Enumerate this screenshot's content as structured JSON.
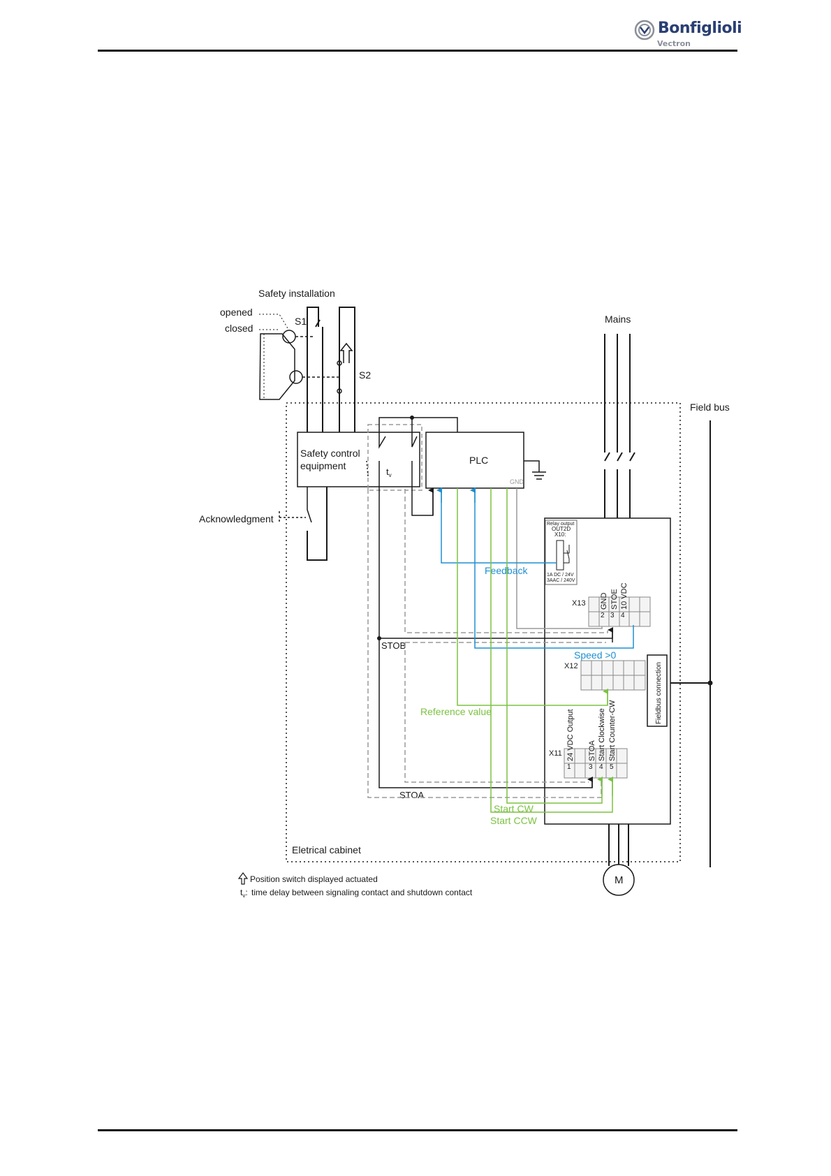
{
  "header": {
    "logo_name": "Bonfiglioli",
    "logo_sub": "Vectron",
    "logo_icon": "bonfiglioli-gear-logo"
  },
  "colors": {
    "line": "#1a1a1a",
    "dashed_gray": "#9a9a9a",
    "blue": "#1e8fd0",
    "green": "#7cc242",
    "text": "#1a1a1a"
  },
  "diagram": {
    "safety_installation": "Safety installation",
    "opened": "opened",
    "closed": "closed",
    "s1": "S1",
    "s2": "S2",
    "mains": "Mains",
    "field_bus": "Field bus",
    "safety_control_line1": "Safety control",
    "safety_control_line2": "equipment",
    "t_delay": "t",
    "t_sub": "v",
    "plc": "PLC",
    "gnd_plc": "GND",
    "acknowledgment": "Acknowledgment",
    "relay_output": "Relay output",
    "out_name": "OUT2D",
    "x10": "X10:",
    "relay_rating1": "1A DC / 24V",
    "relay_rating2": "3AAC / 240V",
    "feedback": "Feedback",
    "x13": "X13",
    "x13_gnd": "GND",
    "x13_stoe": "STOE",
    "x13_10vdc": "10 VDC",
    "x13_n2": "2",
    "x13_n3": "3",
    "x13_n4": "4",
    "stob": "STOB",
    "speed": "Speed >0",
    "x12": "X12",
    "fieldbus_connection": "Fieldbus connection",
    "reference_value": "Reference value",
    "x11": "X11",
    "x11_24vdc": "24 VDC Output",
    "x11_stoa": "STOA",
    "x11_cw": "Start Clockwise",
    "x11_ccw": "Start Counter-CW",
    "x11_n1": "1",
    "x11_n3": "3",
    "x11_n4": "4",
    "x11_n5": "5",
    "stoa": "STOA",
    "start_cw": "Start CW",
    "start_ccw": "Start CCW",
    "electrical_cabinet": "Eletrical cabinet",
    "motor": "M",
    "legend_position_switch": "Position switch displayed actuated",
    "legend_time_delay": "time delay between signaling contact and shutdown contact",
    "legend_t": "t",
    "legend_t_sub": "v"
  }
}
